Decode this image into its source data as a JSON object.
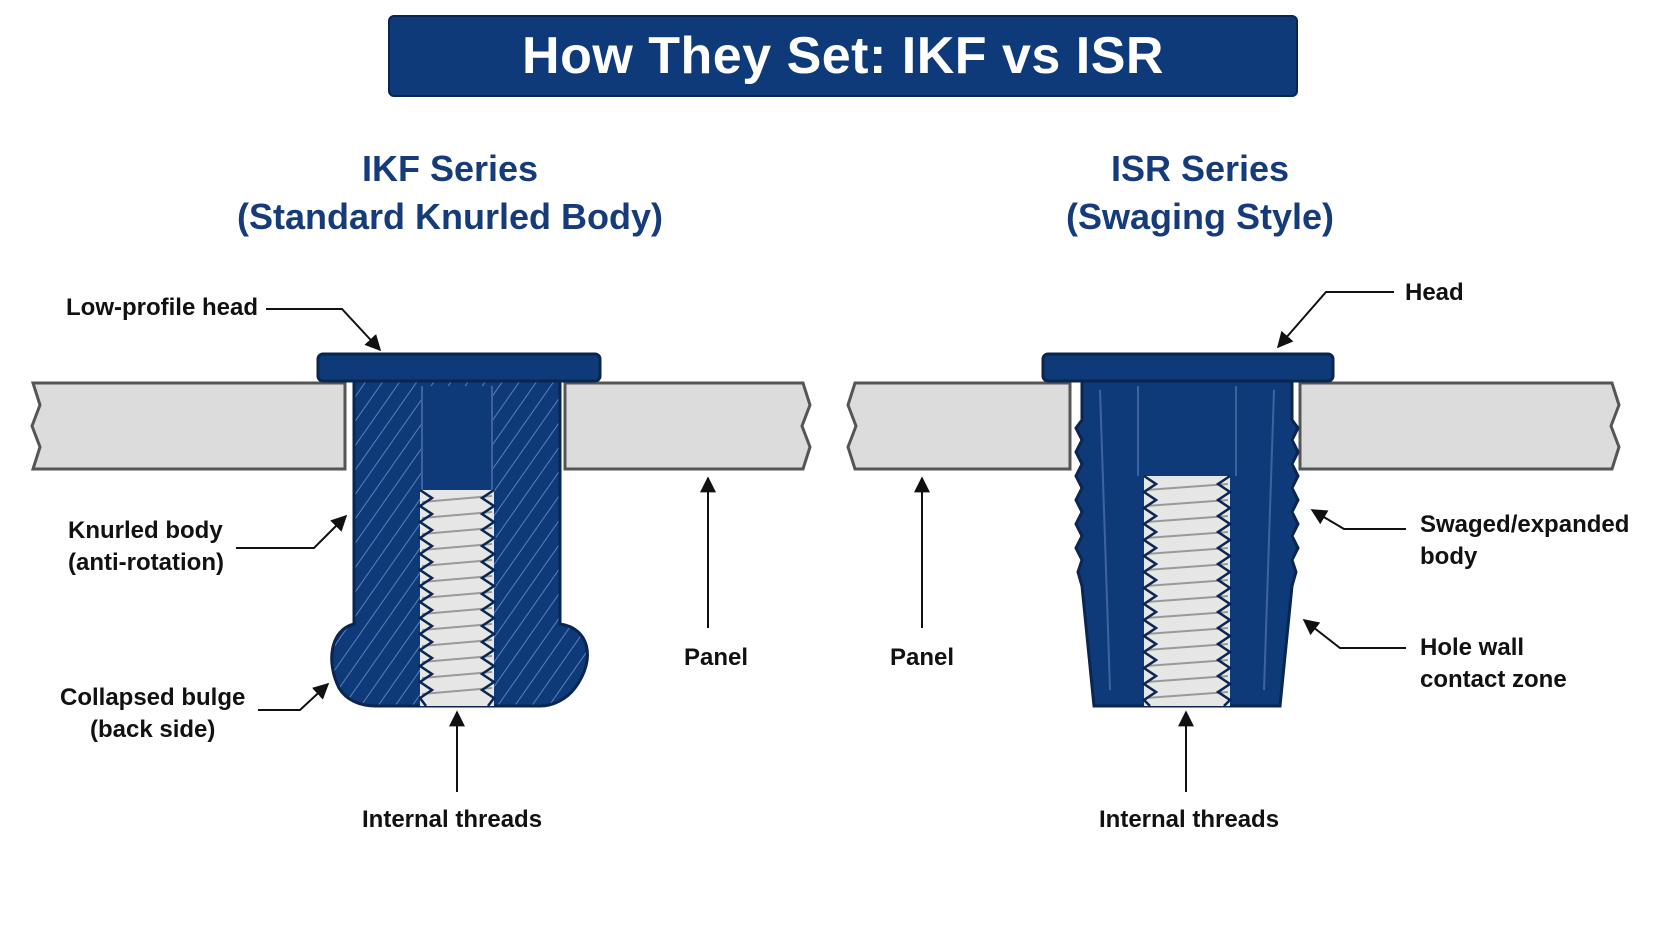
{
  "title": "How They Set: IKF vs ISR",
  "ikf": {
    "series": "IKF Series",
    "style": "(Standard Knurled Body)",
    "labels": {
      "head": "Low-profile head",
      "knurled_1": "Knurled body",
      "knurled_2": "(anti-rotation)",
      "bulge_1": "Collapsed bulge",
      "bulge_2": "(back side)",
      "threads": "Internal threads",
      "panel": "Panel"
    }
  },
  "isr": {
    "series": "ISR Series",
    "style": "(Swaging Style)",
    "labels": {
      "head": "Head",
      "swaged_1": "Swaged/expanded",
      "swaged_2": "body",
      "hole_1": "Hole wall",
      "hole_2": "contact zone",
      "threads": "Internal threads",
      "panel": "Panel"
    }
  },
  "colors": {
    "navy": "#0f3a7a",
    "dark_navy": "#0a2550",
    "panel_fill": "#dcdcdc",
    "thread_fill": "#e6e6e6"
  }
}
